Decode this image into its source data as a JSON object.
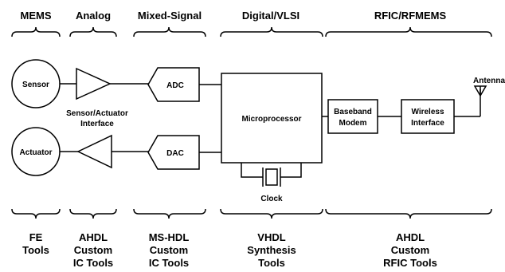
{
  "headers": {
    "mems": "MEMS",
    "analog": "Analog",
    "mixed_signal": "Mixed-Signal",
    "digital": "Digital/VLSI",
    "rf": "RFIC/RFMEMS"
  },
  "blocks": {
    "sensor": "Sensor",
    "actuator": "Actuator",
    "interface_line1": "Sensor/Actuator",
    "interface_line2": "Interface",
    "adc": "ADC",
    "dac": "DAC",
    "microprocessor": "Microprocessor",
    "clock": "Clock",
    "baseband_line1": "Baseband",
    "baseband_line2": "Modem",
    "wireless_line1": "Wireless",
    "wireless_line2": "Interface",
    "antenna": "Antenna"
  },
  "tools": {
    "mems": [
      "FE",
      "Tools"
    ],
    "analog": [
      "AHDL",
      "Custom",
      "IC Tools"
    ],
    "mixed_signal": [
      "MS-HDL",
      "Custom",
      "IC Tools"
    ],
    "digital": [
      "VHDL",
      "Synthesis",
      "Tools"
    ],
    "rf": [
      "AHDL",
      "Custom",
      "RFIC Tools"
    ]
  }
}
